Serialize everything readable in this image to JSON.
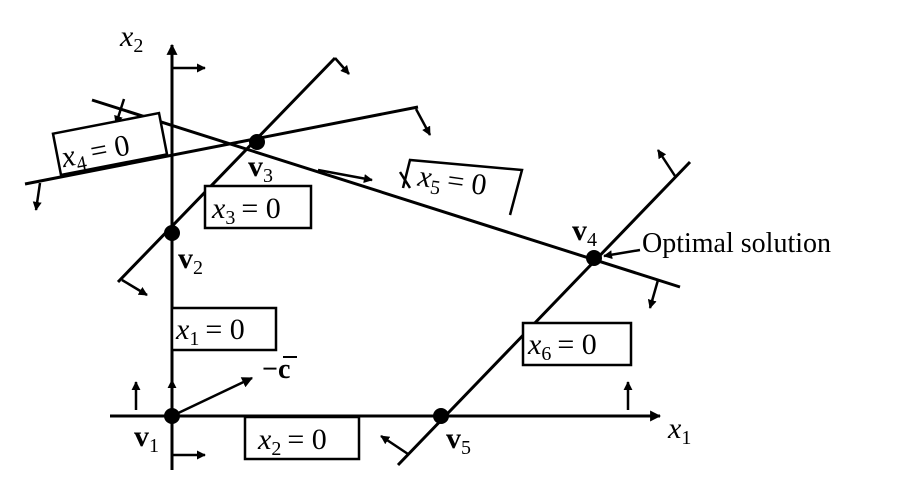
{
  "axes": {
    "x_axis_label": {
      "var": "x",
      "sub": "1"
    },
    "y_axis_label": {
      "var": "x",
      "sub": "2"
    }
  },
  "vertices": [
    {
      "id": "v1",
      "letter": "v",
      "sub": "1"
    },
    {
      "id": "v2",
      "letter": "v",
      "sub": "2"
    },
    {
      "id": "v3",
      "letter": "v",
      "sub": "3"
    },
    {
      "id": "v4",
      "letter": "v",
      "sub": "4"
    },
    {
      "id": "v5",
      "letter": "v",
      "sub": "5"
    }
  ],
  "constraints": [
    {
      "var": "x",
      "sub": "1",
      "rhs": "= 0"
    },
    {
      "var": "x",
      "sub": "2",
      "rhs": "= 0"
    },
    {
      "var": "x",
      "sub": "3",
      "rhs": "= 0"
    },
    {
      "var": "x",
      "sub": "4",
      "rhs": "= 0"
    },
    {
      "var": "x",
      "sub": "5",
      "rhs": "= 0"
    },
    {
      "var": "x",
      "sub": "6",
      "rhs": "= 0"
    }
  ],
  "cost_vector_label": {
    "prefix": "−",
    "letter": "c"
  },
  "optimal_label": "Optimal solution"
}
